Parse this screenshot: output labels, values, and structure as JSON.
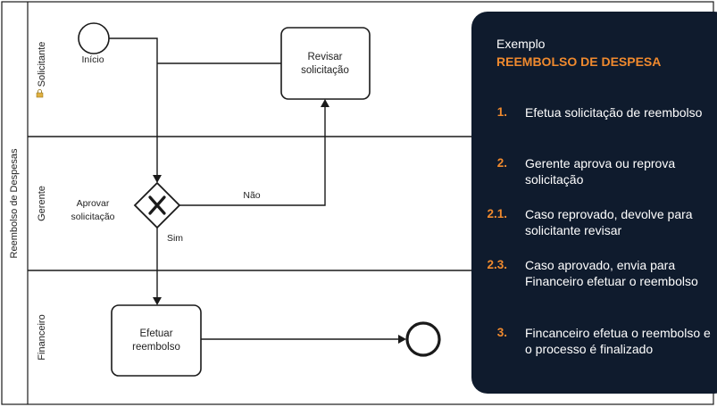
{
  "diagram": {
    "pool_label": "Reembolso de Despesas",
    "lanes": [
      "Solicitante",
      "Gerente",
      "Financeiro"
    ],
    "start_label": "Início",
    "task_revisar": [
      "Revisar",
      "solicitação"
    ],
    "task_efetuar": [
      "Efetuar",
      "reembolso"
    ],
    "gateway_label": [
      "Aprovar",
      "solicitação"
    ],
    "flow_nao": "Não",
    "flow_sim": "Sim"
  },
  "panel": {
    "subtitle": "Exemplo",
    "title": "REEMBOLSO DE DESPESA",
    "steps": [
      {
        "num": "1.",
        "text": "Efetua solicitação de reembolso"
      },
      {
        "num": "2.",
        "text": "Gerente aprova ou reprova solicitação"
      },
      {
        "num": "2.1.",
        "text": "Caso reprovado, devolve para solicitante revisar"
      },
      {
        "num": "2.3.",
        "text": "Caso aprovado, envia para Financeiro efetuar o reembolso"
      },
      {
        "num": "3.",
        "text": "Fincanceiro efetua o reembolso e o processo é finalizado"
      }
    ]
  },
  "colors": {
    "panel_bg": "#0f1b2d",
    "accent": "#f08a2e",
    "line": "#1a1a1a"
  }
}
